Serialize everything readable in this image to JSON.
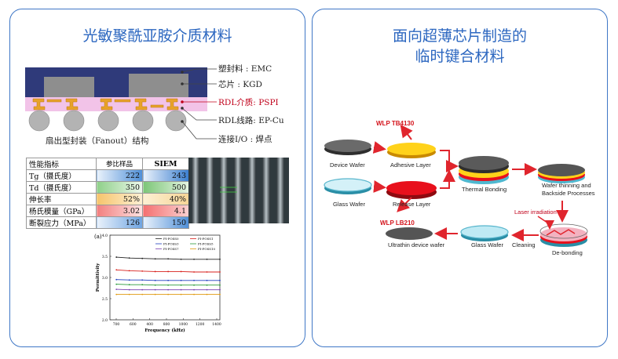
{
  "left": {
    "title": "光敏聚酰亚胺介质材料",
    "fanout_caption": "扇出型封装（Fanout）结构",
    "layers": [
      {
        "name": "塑封料",
        "value": "EMC",
        "red": false
      },
      {
        "name": "芯片",
        "value": "KGD",
        "red": false
      },
      {
        "name": "RDL介质",
        "value": "PSPI",
        "red": true
      },
      {
        "name": "RDL线路",
        "value": "EP-Cu",
        "red": false
      },
      {
        "name": "连接I/O",
        "value": "焊点",
        "red": false
      }
    ],
    "colons": [
      ":",
      ":",
      ":",
      ":",
      ":"
    ],
    "table": {
      "headers": [
        "性能指标",
        "参比样品",
        "SIEM"
      ],
      "rows": [
        {
          "label": "Tg（摄氏度）",
          "ref": "222",
          "siem": "243"
        },
        {
          "label": "Td（摄氏度）",
          "ref": "350",
          "siem": "500"
        },
        {
          "label": "伸长率",
          "ref": "52%",
          "siem": "40%"
        },
        {
          "label": "杨氏模量（GPa）",
          "ref": "3.02",
          "siem": "4.1"
        },
        {
          "label": "断裂应力（MPa）",
          "ref": "126",
          "siem": "150"
        }
      ]
    }
  },
  "plot": {
    "panel_label": "(a)",
    "xlabel": "Frequency (kHz)",
    "ylabel": "Permittivity",
    "legend": [
      "PI-POSS0",
      "PI-POSS1",
      "PI-POSS3",
      "PI-POSS5",
      "PI-POSS7",
      "PI-POSS10"
    ],
    "xticks": [
      "700",
      "600",
      "400",
      "800",
      "1000",
      "1200",
      "1400"
    ],
    "yticks": [
      "4.0",
      "3.5",
      "3.0",
      "2.5",
      "2.0"
    ]
  },
  "chart_data": {
    "type": "line",
    "xlabel": "Frequency (kHz)",
    "ylabel": "Permittivity",
    "ylim": [
      2.0,
      4.0
    ],
    "xlim": [
      600,
      1450
    ],
    "x": [
      650,
      750,
      850,
      950,
      1050,
      1150,
      1250,
      1350,
      1450
    ],
    "series": [
      {
        "name": "PI-POSS0",
        "color": "#222222",
        "values": [
          3.48,
          3.46,
          3.45,
          3.44,
          3.44,
          3.43,
          3.43,
          3.43,
          3.43
        ]
      },
      {
        "name": "PI-POSS1",
        "color": "#d8201c",
        "values": [
          3.18,
          3.16,
          3.15,
          3.14,
          3.14,
          3.14,
          3.13,
          3.13,
          3.13
        ]
      },
      {
        "name": "PI-POSS3",
        "color": "#1f3fbf",
        "values": [
          2.95,
          2.94,
          2.94,
          2.93,
          2.93,
          2.93,
          2.93,
          2.93,
          2.93
        ]
      },
      {
        "name": "PI-POSS5",
        "color": "#2a9a3a",
        "values": [
          2.84,
          2.83,
          2.83,
          2.82,
          2.82,
          2.82,
          2.82,
          2.82,
          2.82
        ]
      },
      {
        "name": "PI-POSS7",
        "color": "#7a3fb0",
        "values": [
          2.72,
          2.71,
          2.71,
          2.71,
          2.71,
          2.71,
          2.71,
          2.71,
          2.71
        ]
      },
      {
        "name": "PI-POSS10",
        "color": "#e09a10",
        "values": [
          2.6,
          2.6,
          2.6,
          2.6,
          2.6,
          2.6,
          2.6,
          2.6,
          2.6
        ]
      }
    ]
  },
  "right": {
    "title_line1": "面向超薄芯片制造的",
    "title_line2": "临时键合材料",
    "labels": {
      "device_wafer": "Device Wafer",
      "adhesive_layer": "Adhesive Layer",
      "glass_wafer": "Glass Wafer",
      "release_layer": "Release Layer",
      "thermal_bonding": "Thermal Bonding",
      "thinning": "Wafer thinning  and",
      "backside": "Backside Processes",
      "laser": "Laser irradiation",
      "debonding": "De-bonding",
      "cleaning": "Cleaning",
      "glass_wafer2": "Glass Wafer",
      "ultrathin": "Ultrathin device wafer",
      "wlp1": "WLP TB4130",
      "wlp2": "WLP LB210"
    }
  }
}
